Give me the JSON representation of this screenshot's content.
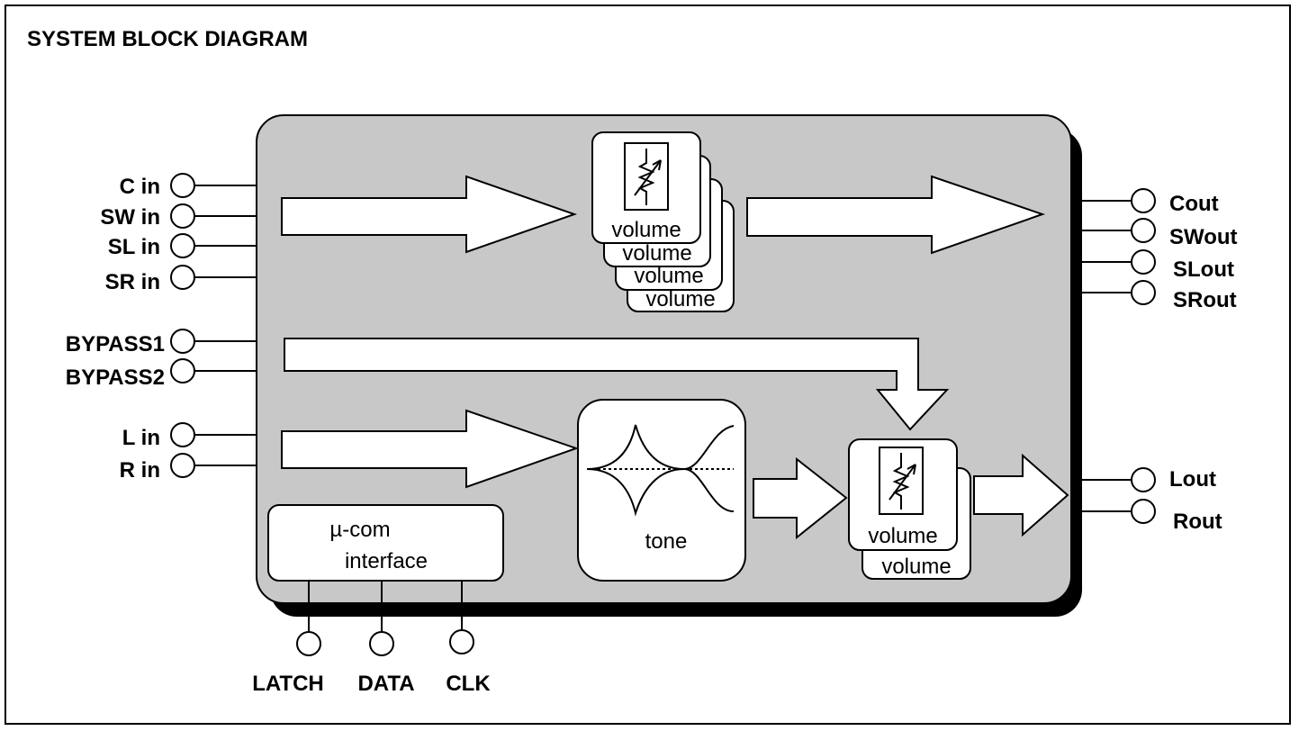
{
  "title": "SYSTEM BLOCK DIAGRAM",
  "inputs": {
    "c_in": "C in",
    "sw_in": "SW in",
    "sl_in": "SL in",
    "sr_in": "SR in",
    "bypass1": "BYPASS1",
    "bypass2": "BYPASS2",
    "l_in": "L in",
    "r_in": "R in"
  },
  "outputs": {
    "c_out": "Cout",
    "sw_out": "SWout",
    "sl_out": "SLout",
    "sr_out": "SRout",
    "l_out": "Lout",
    "r_out": "Rout"
  },
  "control_pins": {
    "latch": "LATCH",
    "data": "DATA",
    "clk": "CLK"
  },
  "blocks": {
    "volume": "volume",
    "tone": "tone",
    "ucom_line1": "µ-com",
    "ucom_line2": "interface"
  },
  "colors": {
    "chip_fill": "#c8c8c8",
    "chip_shadow": "#000000",
    "block_fill": "#ffffff",
    "line": "#000000"
  }
}
